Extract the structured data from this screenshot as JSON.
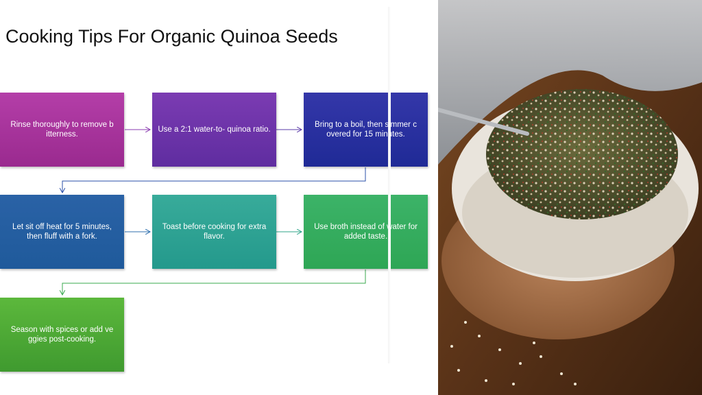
{
  "title": "Cooking Tips For Organic Quinoa Seeds",
  "steps": [
    {
      "text": "Rinse thoroughly to remove b itterness.",
      "color_top": "#b43ea8",
      "color_bottom": "#9a2a8f"
    },
    {
      "text": "Use a 2:1 water-to- quinoa ratio.",
      "color_top": "#7b3bb2",
      "color_bottom": "#5f2da0"
    },
    {
      "text": "Bring to a boil, then simmer c overed for 15 minutes.",
      "color_top": "#3437a9",
      "color_bottom": "#1f2a96"
    },
    {
      "text": "Let sit off heat for 5 minutes, then fluff with a fork.",
      "color_top": "#2a62a6",
      "color_bottom": "#1f5a9b"
    },
    {
      "text": "Toast before cooking for extra flavor.",
      "color_top": "#38ab9a",
      "color_bottom": "#24998c"
    },
    {
      "text": "Use broth instead of water for added taste.",
      "color_top": "#3cb368",
      "color_bottom": "#2ea655"
    },
    {
      "text": "Season with spices or add ve ggies post-cooking.",
      "color_top": "#5cb83c",
      "color_bottom": "#3f9a2f"
    }
  ],
  "connector_colors": [
    "#8a3ab0",
    "#5a3aa8",
    "#2a4fa8",
    "#2f6fae",
    "#2fa48a",
    "#38a84d"
  ],
  "photo": {
    "icon": "quinoa-salad-bowl-photo"
  }
}
